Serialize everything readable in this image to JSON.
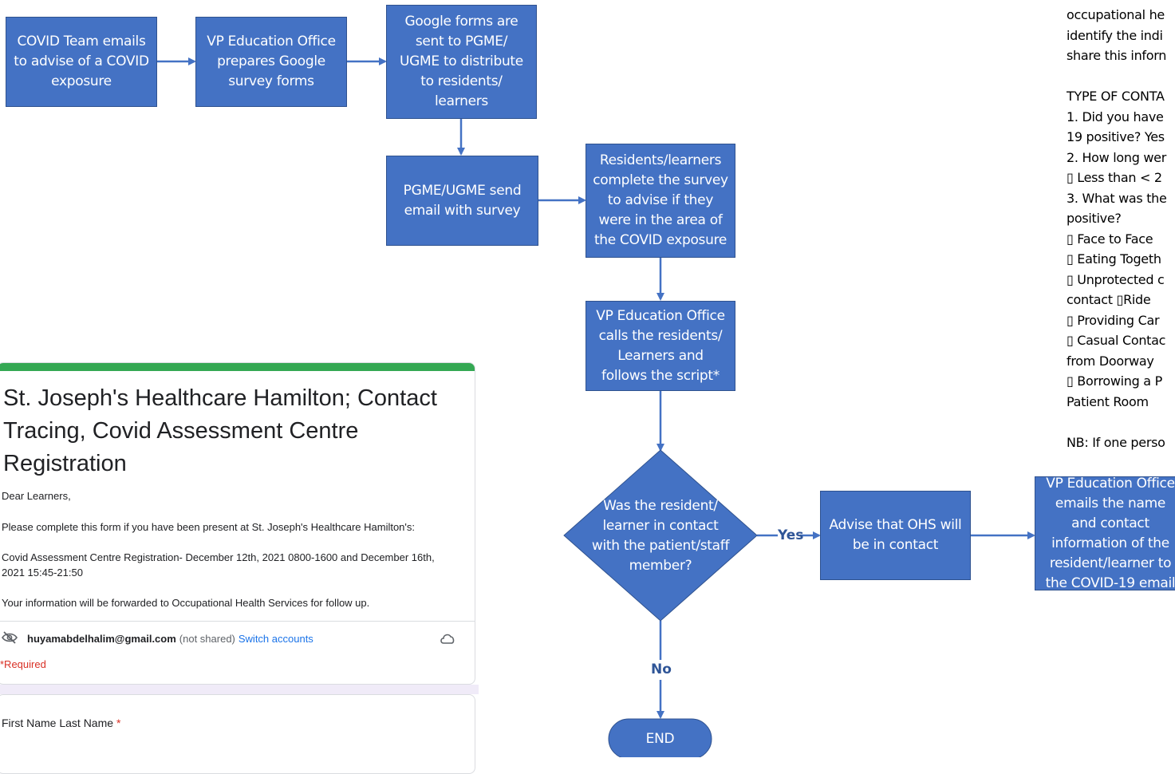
{
  "flow": {
    "covid_team": "COVID Team emails\nto advise of a COVID\nexposure",
    "vp_prepares": "VP Education Office\nprepares Google\nsurvey forms",
    "google_forms": "Google forms are\nsent to PGME/\nUGME to distribute\nto residents/\nlearners",
    "pgme_send": "PGME/UGME send\nemail with survey",
    "residents_complete": "Residents/learners\ncomplete the survey\nto advise if they\nwere in the area of\nthe COVID exposure",
    "vp_calls": "VP Education Office\ncalls the residents/\nLearners and\nfollows the script*",
    "decision": "Was the resident/\nlearner in contact\nwith the patient/staff\nmember?",
    "advise_ohs": "Advise that OHS will\nbe in contact",
    "vp_emails": "VP Education Office\nemails the name\nand contact\ninformation of the\nresident/learner to\nthe COVID-19 email",
    "end": "END",
    "yes_label": "Yes",
    "no_label": "No"
  },
  "script_lines": [
    "occupational he",
    "identify the indi",
    "share this inforn",
    "",
    "TYPE OF CONTA",
    "1. Did you have",
    "19 positive? Yes",
    "2. How long wer",
    " ▯ Less than < 2",
    "3. What was the",
    "positive?",
    "▯ Face to Face",
    "▯ Eating Togeth",
    "▯ Unprotected c",
    "contact   ▯Ride",
    " ▯ Providing Car",
    " ▯ Casual Contac",
    "from Doorway",
    "▯ Borrowing a P",
    "Patient Room",
    "",
    "NB: If one perso"
  ],
  "form": {
    "title": "St. Joseph's Healthcare Hamilton; Contact Tracing, Covid Assessment Centre Registration",
    "greeting": "Dear Learners,",
    "para1": "Please complete this form if you have been present at St. Joseph's Healthcare Hamilton's:",
    "para2": "Covid Assessment Centre Registration- December 12th, 2021 0800-1600 and December 16th, 2021 15:45-21:50",
    "para3": "Your information will be forwarded to Occupational Health Services for follow up.",
    "email": "huyamabdelhalim@gmail.com",
    "not_shared": "(not shared)",
    "switch_accounts": "Switch accounts",
    "required": "*Required",
    "question_label": "First Name Last Name",
    "question_star": "*"
  },
  "colors": {
    "box_fill": "#4472c4",
    "box_border": "#2f528f",
    "connector": "#4472c4",
    "form_accent": "#34a853",
    "required": "#d93025",
    "link": "#1a73e8"
  }
}
